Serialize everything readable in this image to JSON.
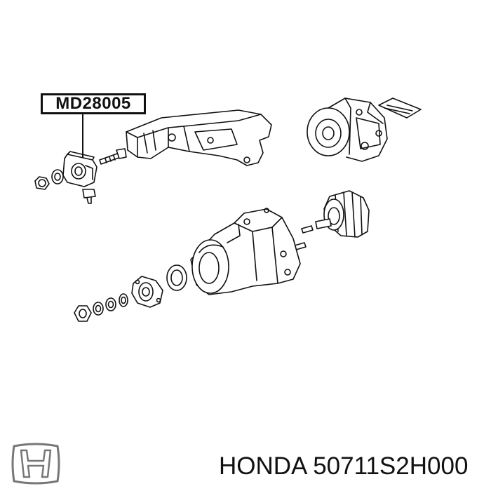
{
  "callout": {
    "part_code": "MD28005"
  },
  "footer": {
    "brand_text": "HONDA",
    "part_number": "50711S2H000"
  },
  "logo": {
    "icon": "honda-h-logo-icon"
  },
  "colors": {
    "line": "#111111",
    "background": "#ffffff"
  }
}
